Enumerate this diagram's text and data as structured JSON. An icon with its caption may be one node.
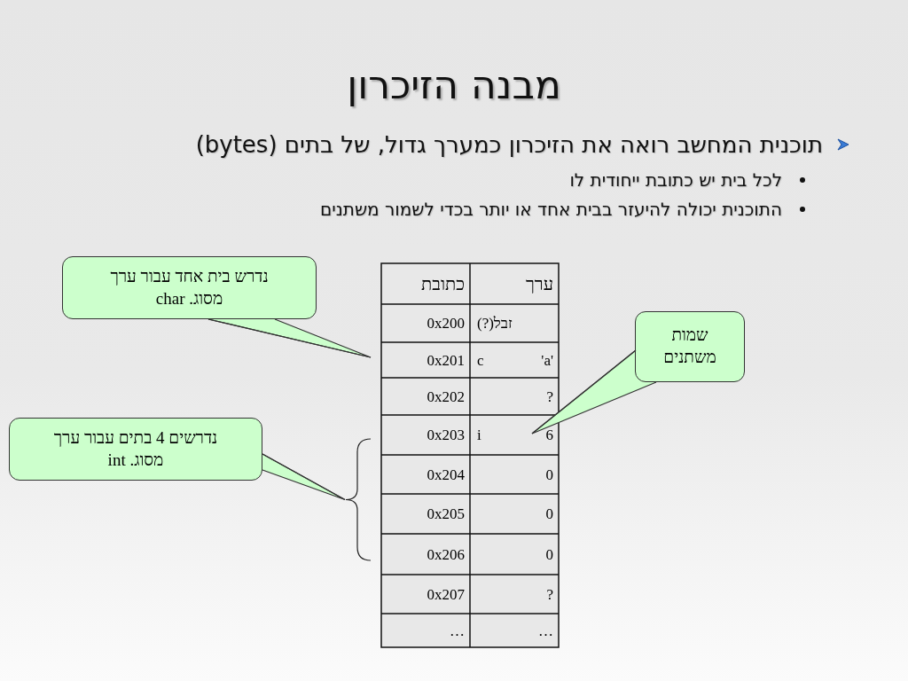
{
  "diagram": {
    "title": "מבנה הזיכרון",
    "nodes": [
      {
        "text": [
          "נדרש בית אחד עבור ערך מסוג. char"
        ]
      },
      {
        "text": [
          "נדרשים 4 בתים עבור ערך מסוג. int"
        ]
      },
      {
        "text": [
          "שמות משתנים"
        ]
      },
      {
        "text": [],
        "shape": "brace"
      }
    ],
    "edges": [
      {
        "from": 0,
        "to": null,
        "arrow": "none"
      },
      {
        "from": 1,
        "to": 3,
        "arrow": "none"
      },
      {
        "from": 2,
        "to": null,
        "arrow": "none"
      }
    ],
    "labels": [
      "תוכנית המחשב רואה את הזיכרון כמערך גדול, של בתים (bytes)",
      "לכל בית יש כתובת ייחודית לו",
      "התוכנית יכולה להיעזר בבית אחד או יותר בכדי לשמור משתנים",
      "ערך",
      "כתובת",
      "זבל(?)",
      "0x200",
      "'a'",
      "c",
      "0x201",
      "?",
      "0x202",
      "6",
      "i",
      "0x203",
      "0",
      "0x204",
      "0",
      "0x205",
      "0",
      "0x206",
      "?",
      "0x207",
      "…",
      "…"
    ]
  }
}
